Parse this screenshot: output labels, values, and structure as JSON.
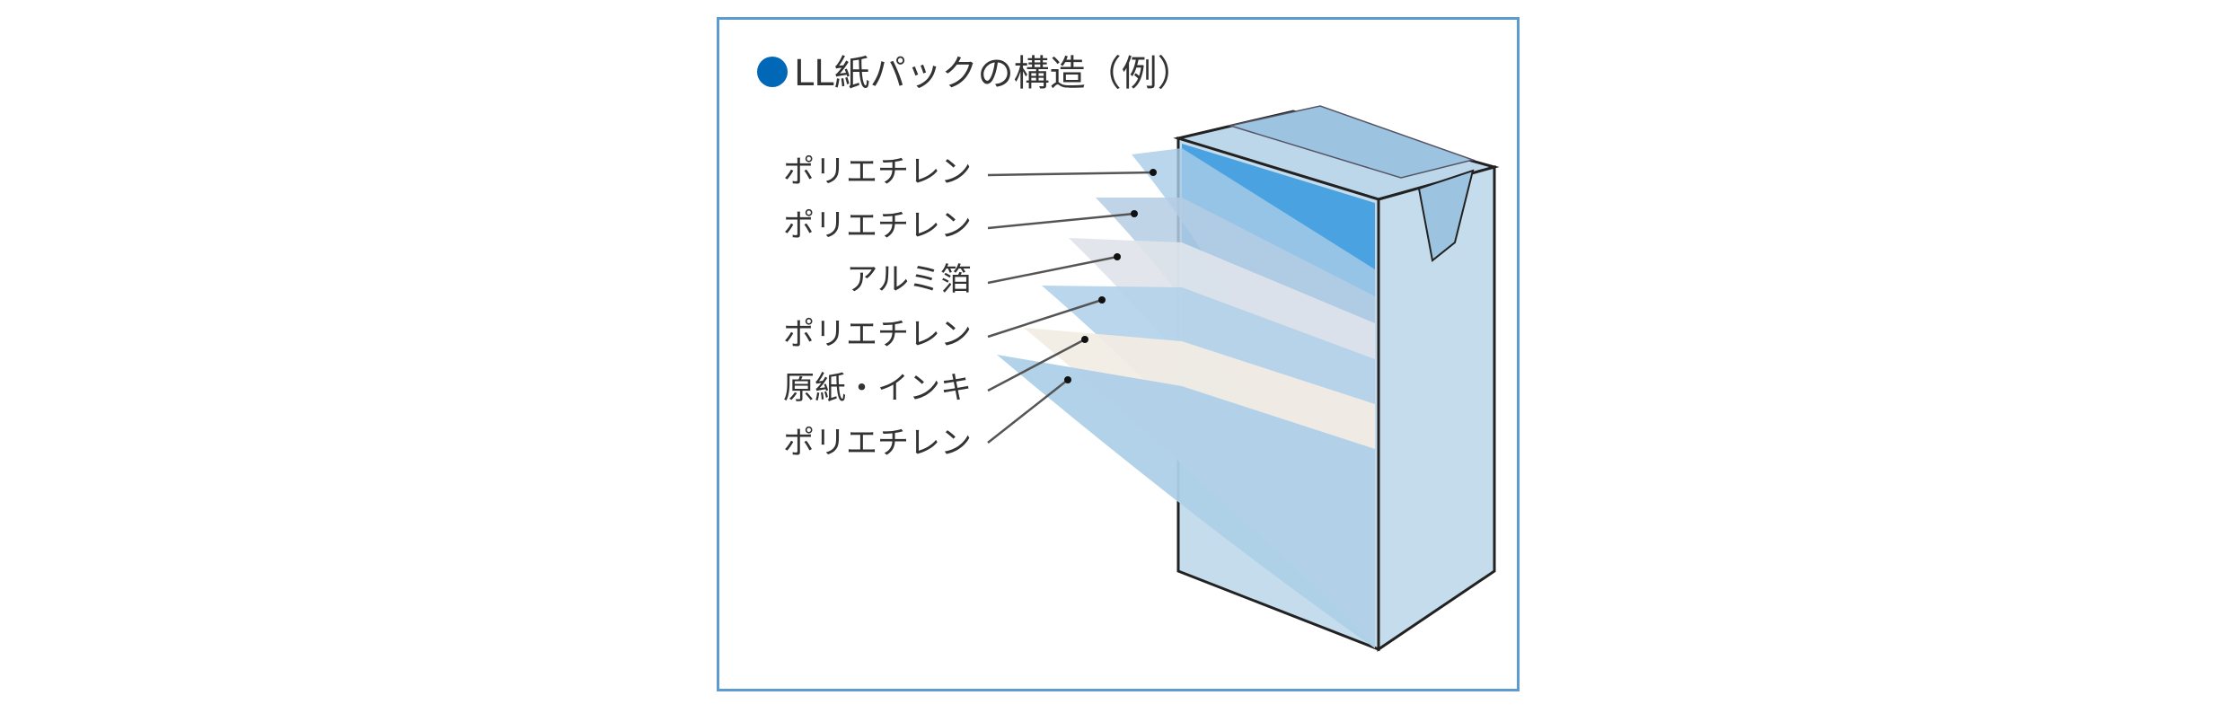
{
  "title": "LL紙パックの構造（例）",
  "layers": [
    {
      "label": "ポリエチレン"
    },
    {
      "label": "ポリエチレン"
    },
    {
      "label": "アルミ箔"
    },
    {
      "label": "ポリエチレン"
    },
    {
      "label": "原紙・インキ"
    },
    {
      "label": "ポリエチレン"
    }
  ],
  "colors": {
    "frame": "#5b9bd0",
    "bullet": "#0068b7",
    "carton": "#c5dcec",
    "carton_front": "#4aa3e0"
  }
}
